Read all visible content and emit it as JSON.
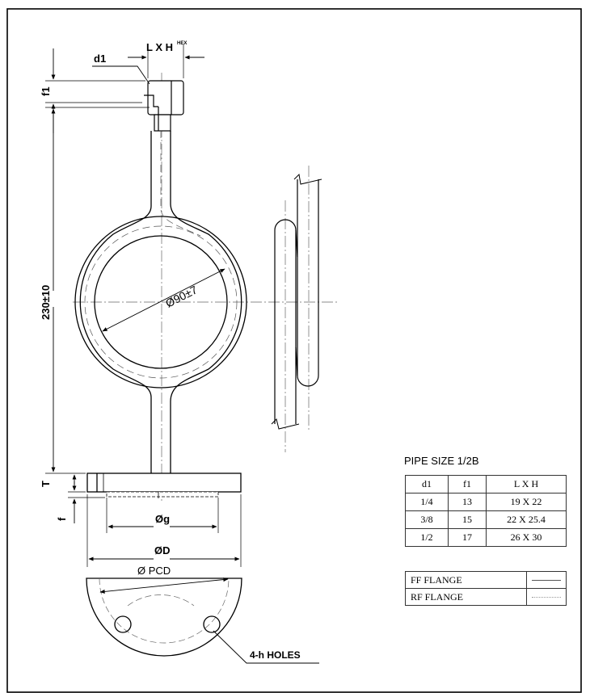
{
  "drawing": {
    "dimensions": {
      "hex": "L X H",
      "hex_sup": "HEX",
      "d1": "d1",
      "f1": "f1",
      "length": "230±10",
      "coil_dia": "Ø90±7",
      "T": "T",
      "f": "f",
      "g": "Øg",
      "D": "ØD",
      "pcd": "Ø PCD",
      "holes": "4-h HOLES"
    }
  },
  "pipe_table": {
    "caption": "PIPE SIZE 1/2B",
    "headers": [
      "d1",
      "f1",
      "L X H"
    ],
    "rows": [
      [
        "1/4",
        "13",
        "19 X 22"
      ],
      [
        "3/8",
        "15",
        "22 X 25.4"
      ],
      [
        "1/2",
        "17",
        "26 X 30"
      ]
    ]
  },
  "flange_legend": {
    "ff": "FF  FLANGE",
    "rf": "RF  FLANGE"
  }
}
